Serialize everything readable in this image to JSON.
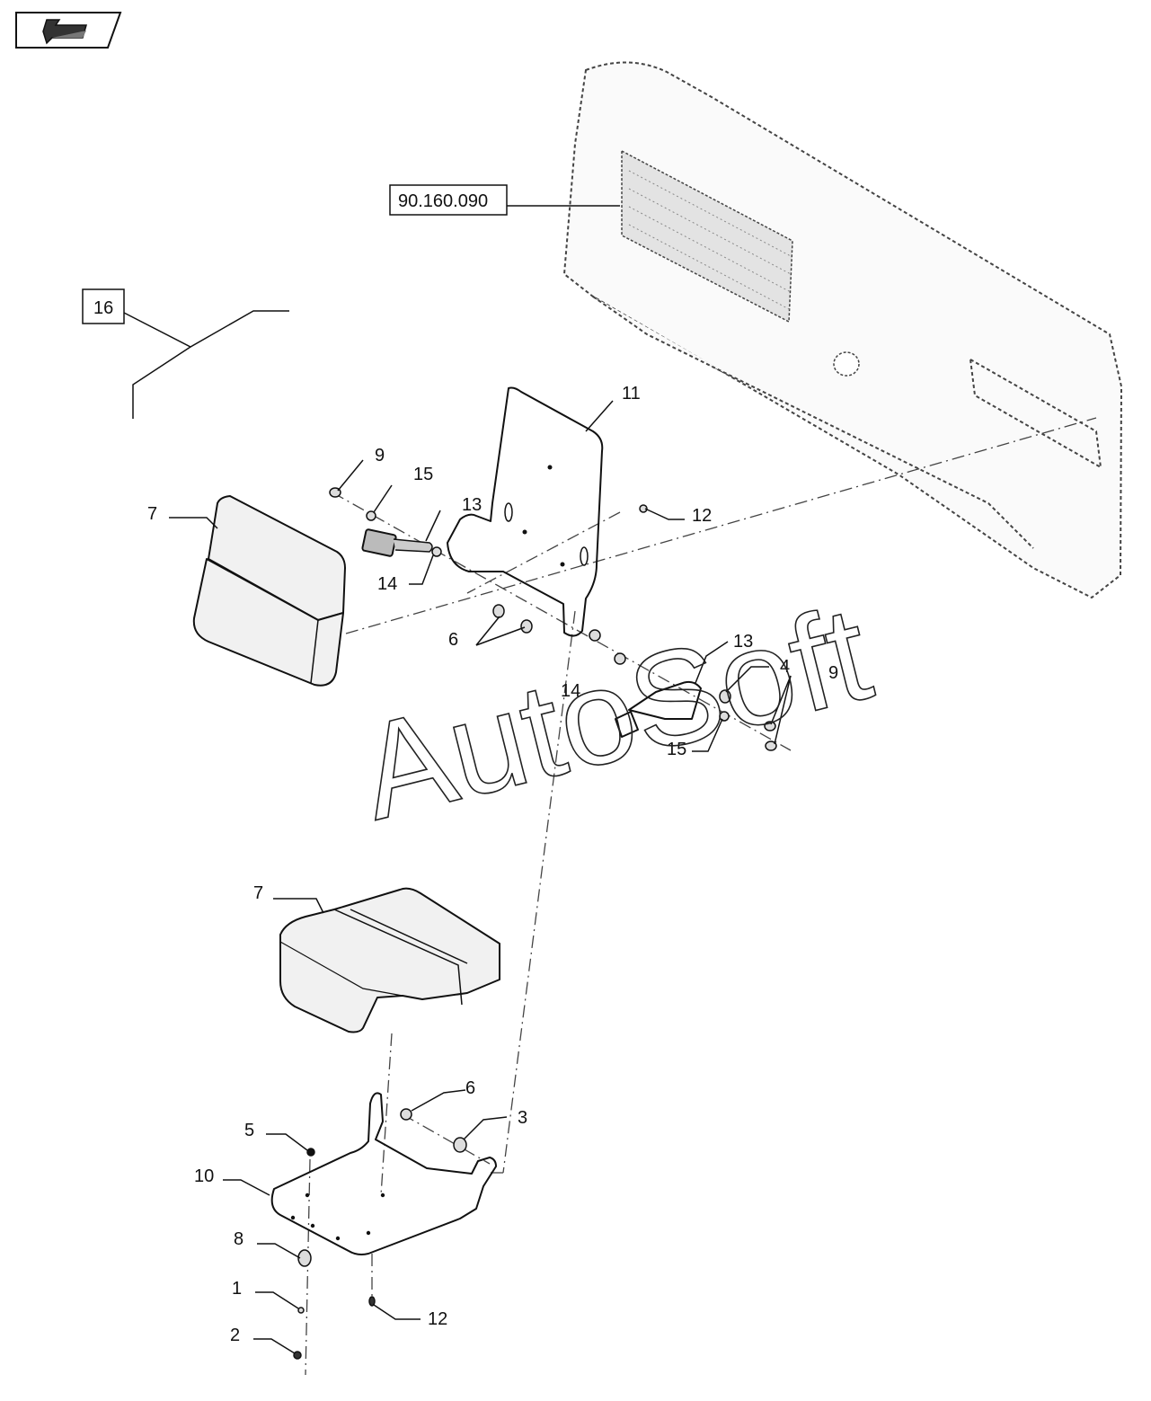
{
  "nav": {
    "icon": "back-arrow-icon"
  },
  "references": {
    "main_panel": "90.160.090",
    "kit": "16"
  },
  "callouts": {
    "c9a": "9",
    "c15a": "15",
    "c13a": "13",
    "c14a": "14",
    "c7a": "7",
    "c11": "11",
    "c12a": "12",
    "c6a": "6",
    "c13b": "13",
    "c4": "4",
    "c14b": "14",
    "c9b": "9",
    "c15b": "15",
    "c7b": "7",
    "c6b": "6",
    "c3": "3",
    "c5": "5",
    "c10": "10",
    "c8": "8",
    "c1": "1",
    "c2": "2",
    "c12b": "12"
  },
  "watermark": "AutoSoft"
}
